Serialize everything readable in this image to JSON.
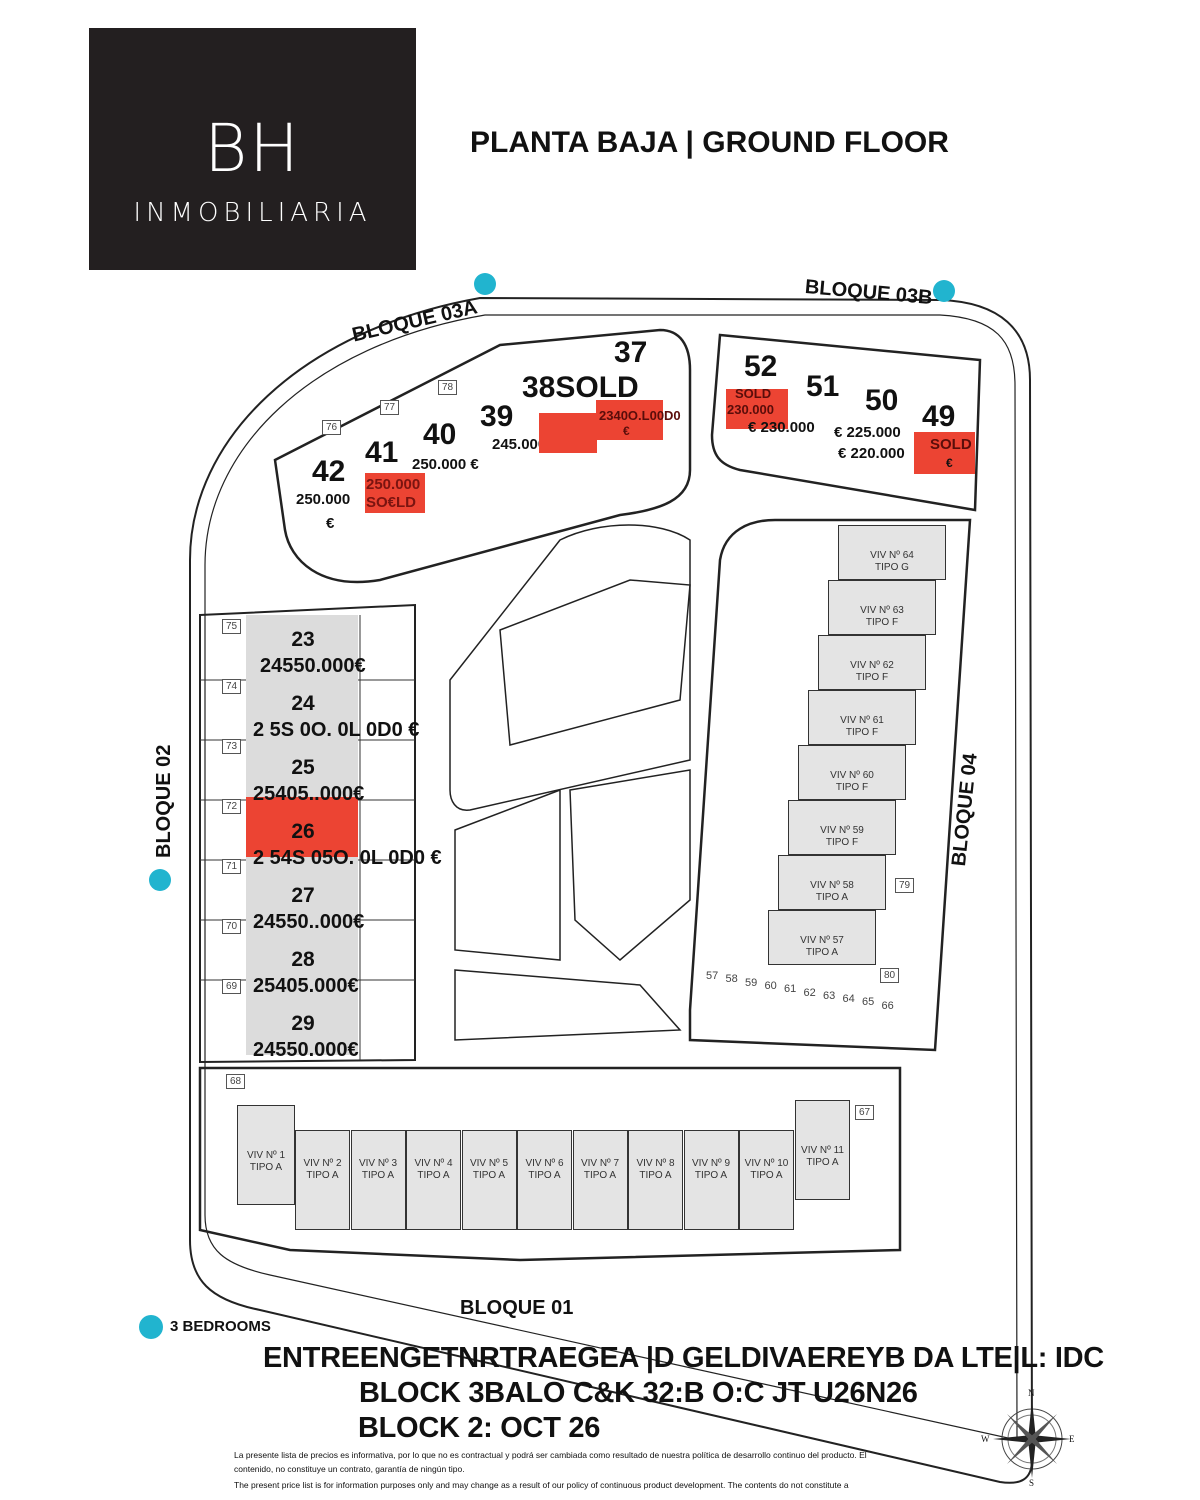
{
  "logo": {
    "mark": "BH",
    "name": "INMOBILIARIA",
    "bg_color": "#231f20"
  },
  "title": "PLANTA BAJA | GROUND FLOOR",
  "blocks": {
    "b03a": "BLOQUE 03A",
    "b03b": "BLOQUE 03B",
    "b02": "BLOQUE 02",
    "b04": "BLOQUE 04",
    "b01": "BLOQUE 01"
  },
  "legend": {
    "label": "3 BEDROOMS",
    "color": "#21b4cf"
  },
  "accent_sold_color": "#ec4433",
  "top_units": [
    {
      "number": "42",
      "price": "250.000",
      "currency": "€"
    },
    {
      "number": "41",
      "price": "250.000",
      "status": "SO€LD"
    },
    {
      "number": "40",
      "price": "250.000 €"
    },
    {
      "number": "39",
      "price": "245.000"
    },
    {
      "number": "38SOLD"
    },
    {
      "number": "37",
      "price": "2340O.L00D0",
      "currency": "€"
    },
    {
      "number": "52",
      "status": "SOLD",
      "price": "230.000",
      "price2": "€ 230.000"
    },
    {
      "number": "51",
      "price": "€ 225.000"
    },
    {
      "number": "50",
      "price": "€ 220.000"
    },
    {
      "number": "49",
      "status": "SOLD",
      "currency": "€"
    }
  ],
  "block02_units": [
    {
      "number": "23",
      "price": "24550.000€"
    },
    {
      "number": "24",
      "price": "2 5S 0O. 0L 0D0 €"
    },
    {
      "number": "25",
      "price": "25405..000€"
    },
    {
      "number": "26",
      "price": "2 54S 05O. 0L 0D0 €"
    },
    {
      "number": "27",
      "price": "24550..000€"
    },
    {
      "number": "28",
      "price": "25405.000€"
    },
    {
      "number": "29",
      "price": "24550.000€"
    }
  ],
  "block04_units": [
    {
      "name": "VIV Nº 64",
      "type": "TIPO G"
    },
    {
      "name": "VIV Nº 63",
      "type": "TIPO F"
    },
    {
      "name": "VIV Nº 62",
      "type": "TIPO F"
    },
    {
      "name": "VIV Nº 61",
      "type": "TIPO F"
    },
    {
      "name": "VIV Nº 60",
      "type": "TIPO F"
    },
    {
      "name": "VIV Nº 59",
      "type": "TIPO F"
    },
    {
      "name": "VIV Nº 58",
      "type": "TIPO A"
    },
    {
      "name": "VIV Nº 57",
      "type": "TIPO A"
    }
  ],
  "block01_units": [
    {
      "name": "VIV Nº 1",
      "type": "TIPO A"
    },
    {
      "name": "VIV Nº 2",
      "type": "TIPO A"
    },
    {
      "name": "VIV Nº 3",
      "type": "TIPO A"
    },
    {
      "name": "VIV Nº 4",
      "type": "TIPO A"
    },
    {
      "name": "VIV Nº 5",
      "type": "TIPO A"
    },
    {
      "name": "VIV Nº 6",
      "type": "TIPO A"
    },
    {
      "name": "VIV Nº 7",
      "type": "TIPO A"
    },
    {
      "name": "VIV Nº 8",
      "type": "TIPO A"
    },
    {
      "name": "VIV Nº 9",
      "type": "TIPO A"
    },
    {
      "name": "VIV Nº 10",
      "type": "TIPO A"
    },
    {
      "name": "VIV Nº 11",
      "type": "TIPO A"
    }
  ],
  "parking_left": [
    "75",
    "74",
    "73",
    "72",
    "71",
    "70",
    "69"
  ],
  "parking_top": [
    "76",
    "77",
    "78"
  ],
  "parking_bottom_row": [
    "57",
    "58",
    "59",
    "60",
    "61",
    "62",
    "63",
    "64",
    "65",
    "66"
  ],
  "parking_misc": {
    "p79": "79",
    "p80": "80",
    "p67": "67",
    "p68": "68"
  },
  "delivery": {
    "line1": "ENTREENGETNRTRAEGEA |D GELDIVAERΕYB DA LTE|L: IDC",
    "line2": "BLOCK 3BALO C&K 32:B O:C JT U26N26",
    "line3": "BLOCK 2: OCT 26"
  },
  "disclaimer": {
    "es1": "La presente lista de precios es informativa, por lo que no es contractual y podrá ser cambiada como resultado de nuestra política de desarrollo continuo del producto. El",
    "es2": "contenido, no constituye un contrato, garantía de ningún tipo.",
    "en1": "The present price list is for information purposes only and may change as a result of our policy of continuous product development. The contents do not constitute a"
  },
  "compass": {
    "n": "N",
    "s": "S",
    "e": "E",
    "w": "W"
  }
}
